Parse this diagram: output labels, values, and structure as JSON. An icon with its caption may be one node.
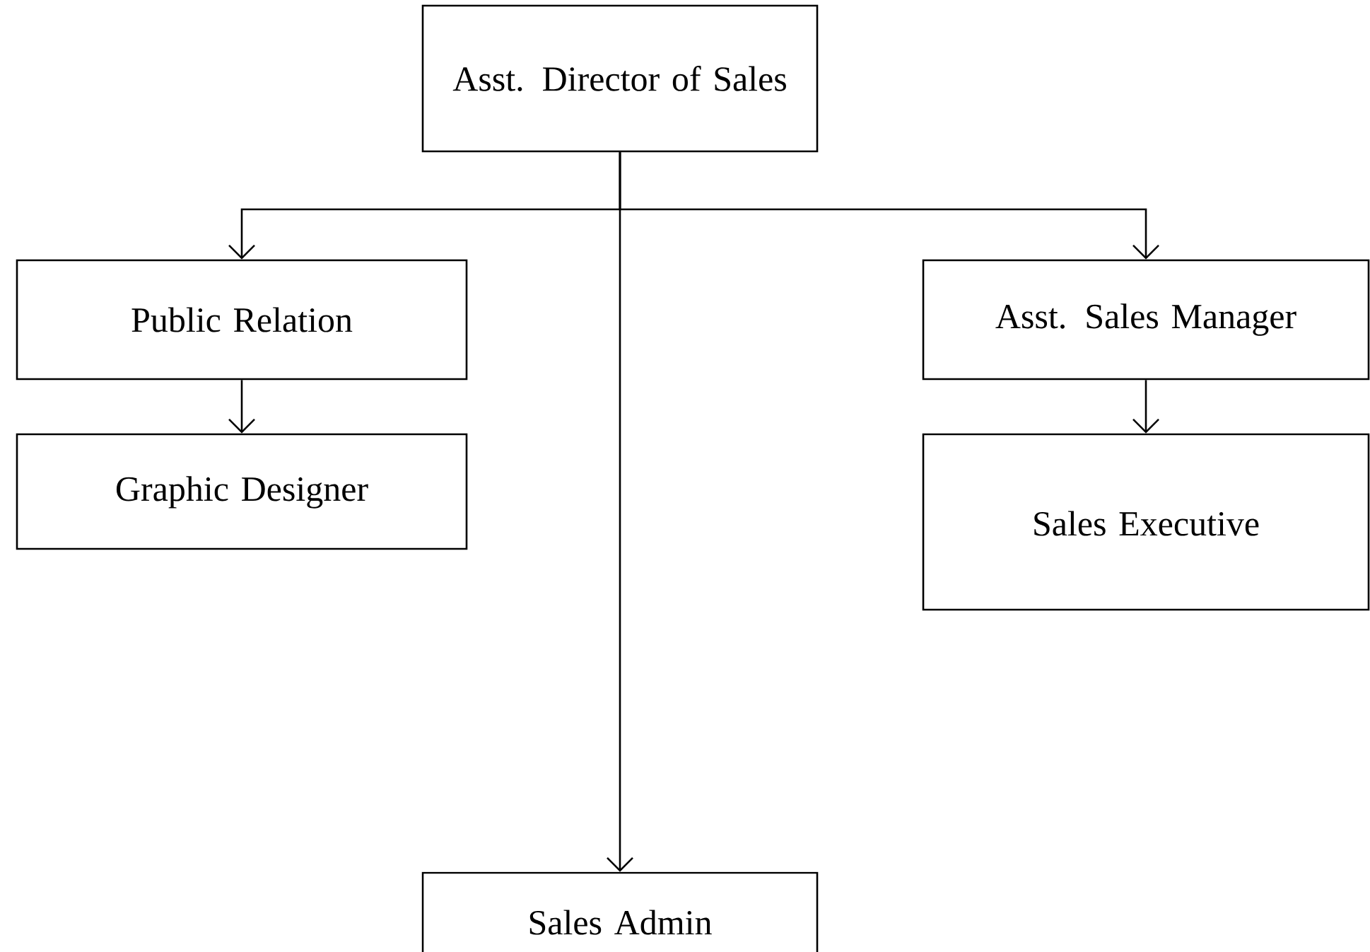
{
  "diagram": {
    "nodes": [
      {
        "text": [
          "Asst. Director of Sales"
        ]
      },
      {
        "text": [
          "Public Relation"
        ]
      },
      {
        "text": [
          "Graphic Designer"
        ]
      },
      {
        "text": [
          "Asst. Sales Manager"
        ]
      },
      {
        "text": [
          "Sales Executive"
        ]
      },
      {
        "text": [
          "Sales Admin"
        ]
      }
    ],
    "edges": [
      {
        "from": 0,
        "to": 1,
        "arrow": "to"
      },
      {
        "from": 0,
        "to": 3,
        "arrow": "to"
      },
      {
        "from": 0,
        "to": 5,
        "arrow": "to"
      },
      {
        "from": 1,
        "to": 2,
        "arrow": "to"
      },
      {
        "from": 3,
        "to": 4,
        "arrow": "to"
      }
    ]
  }
}
